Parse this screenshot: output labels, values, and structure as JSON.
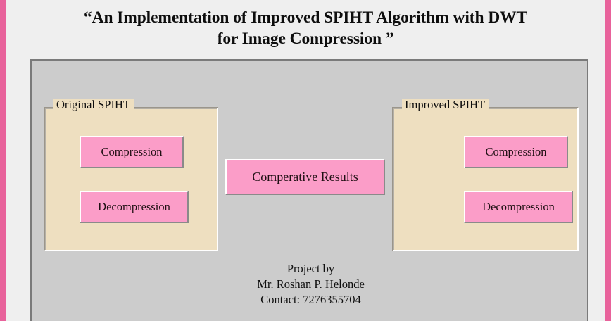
{
  "window": {
    "title_line1": "“An Implementation of Improved SPIHT Algorithm with DWT",
    "title_line2": "for Image Compression ”",
    "title_full": "“An Implementation of Improved SPIHT Algorithm with DWT\nfor Image Compression ”"
  },
  "colors": {
    "edge_strip_pink": "#e8629b",
    "page_background": "#efefef",
    "panel_gray": "#cccccc",
    "group_beige": "#eedfc0",
    "button_pink": "#fb9dc8",
    "text_dark": "#0d0d0d"
  },
  "panels": {
    "left_group": {
      "legend": "Original SPIHT",
      "buttons": [
        {
          "name": "compression",
          "label": "Compression"
        },
        {
          "name": "decompression",
          "label": "Decompression"
        }
      ]
    },
    "right_group": {
      "legend": "Improved SPIHT",
      "buttons": [
        {
          "name": "compression",
          "label": "Compression"
        },
        {
          "name": "decompression",
          "label": "Decompression"
        }
      ]
    }
  },
  "center": {
    "comparative_button_label": "Comperative Results"
  },
  "credits": {
    "line1": "Project by",
    "line2": "Mr. Roshan P. Helonde",
    "line3": "Contact: 7276355704"
  }
}
